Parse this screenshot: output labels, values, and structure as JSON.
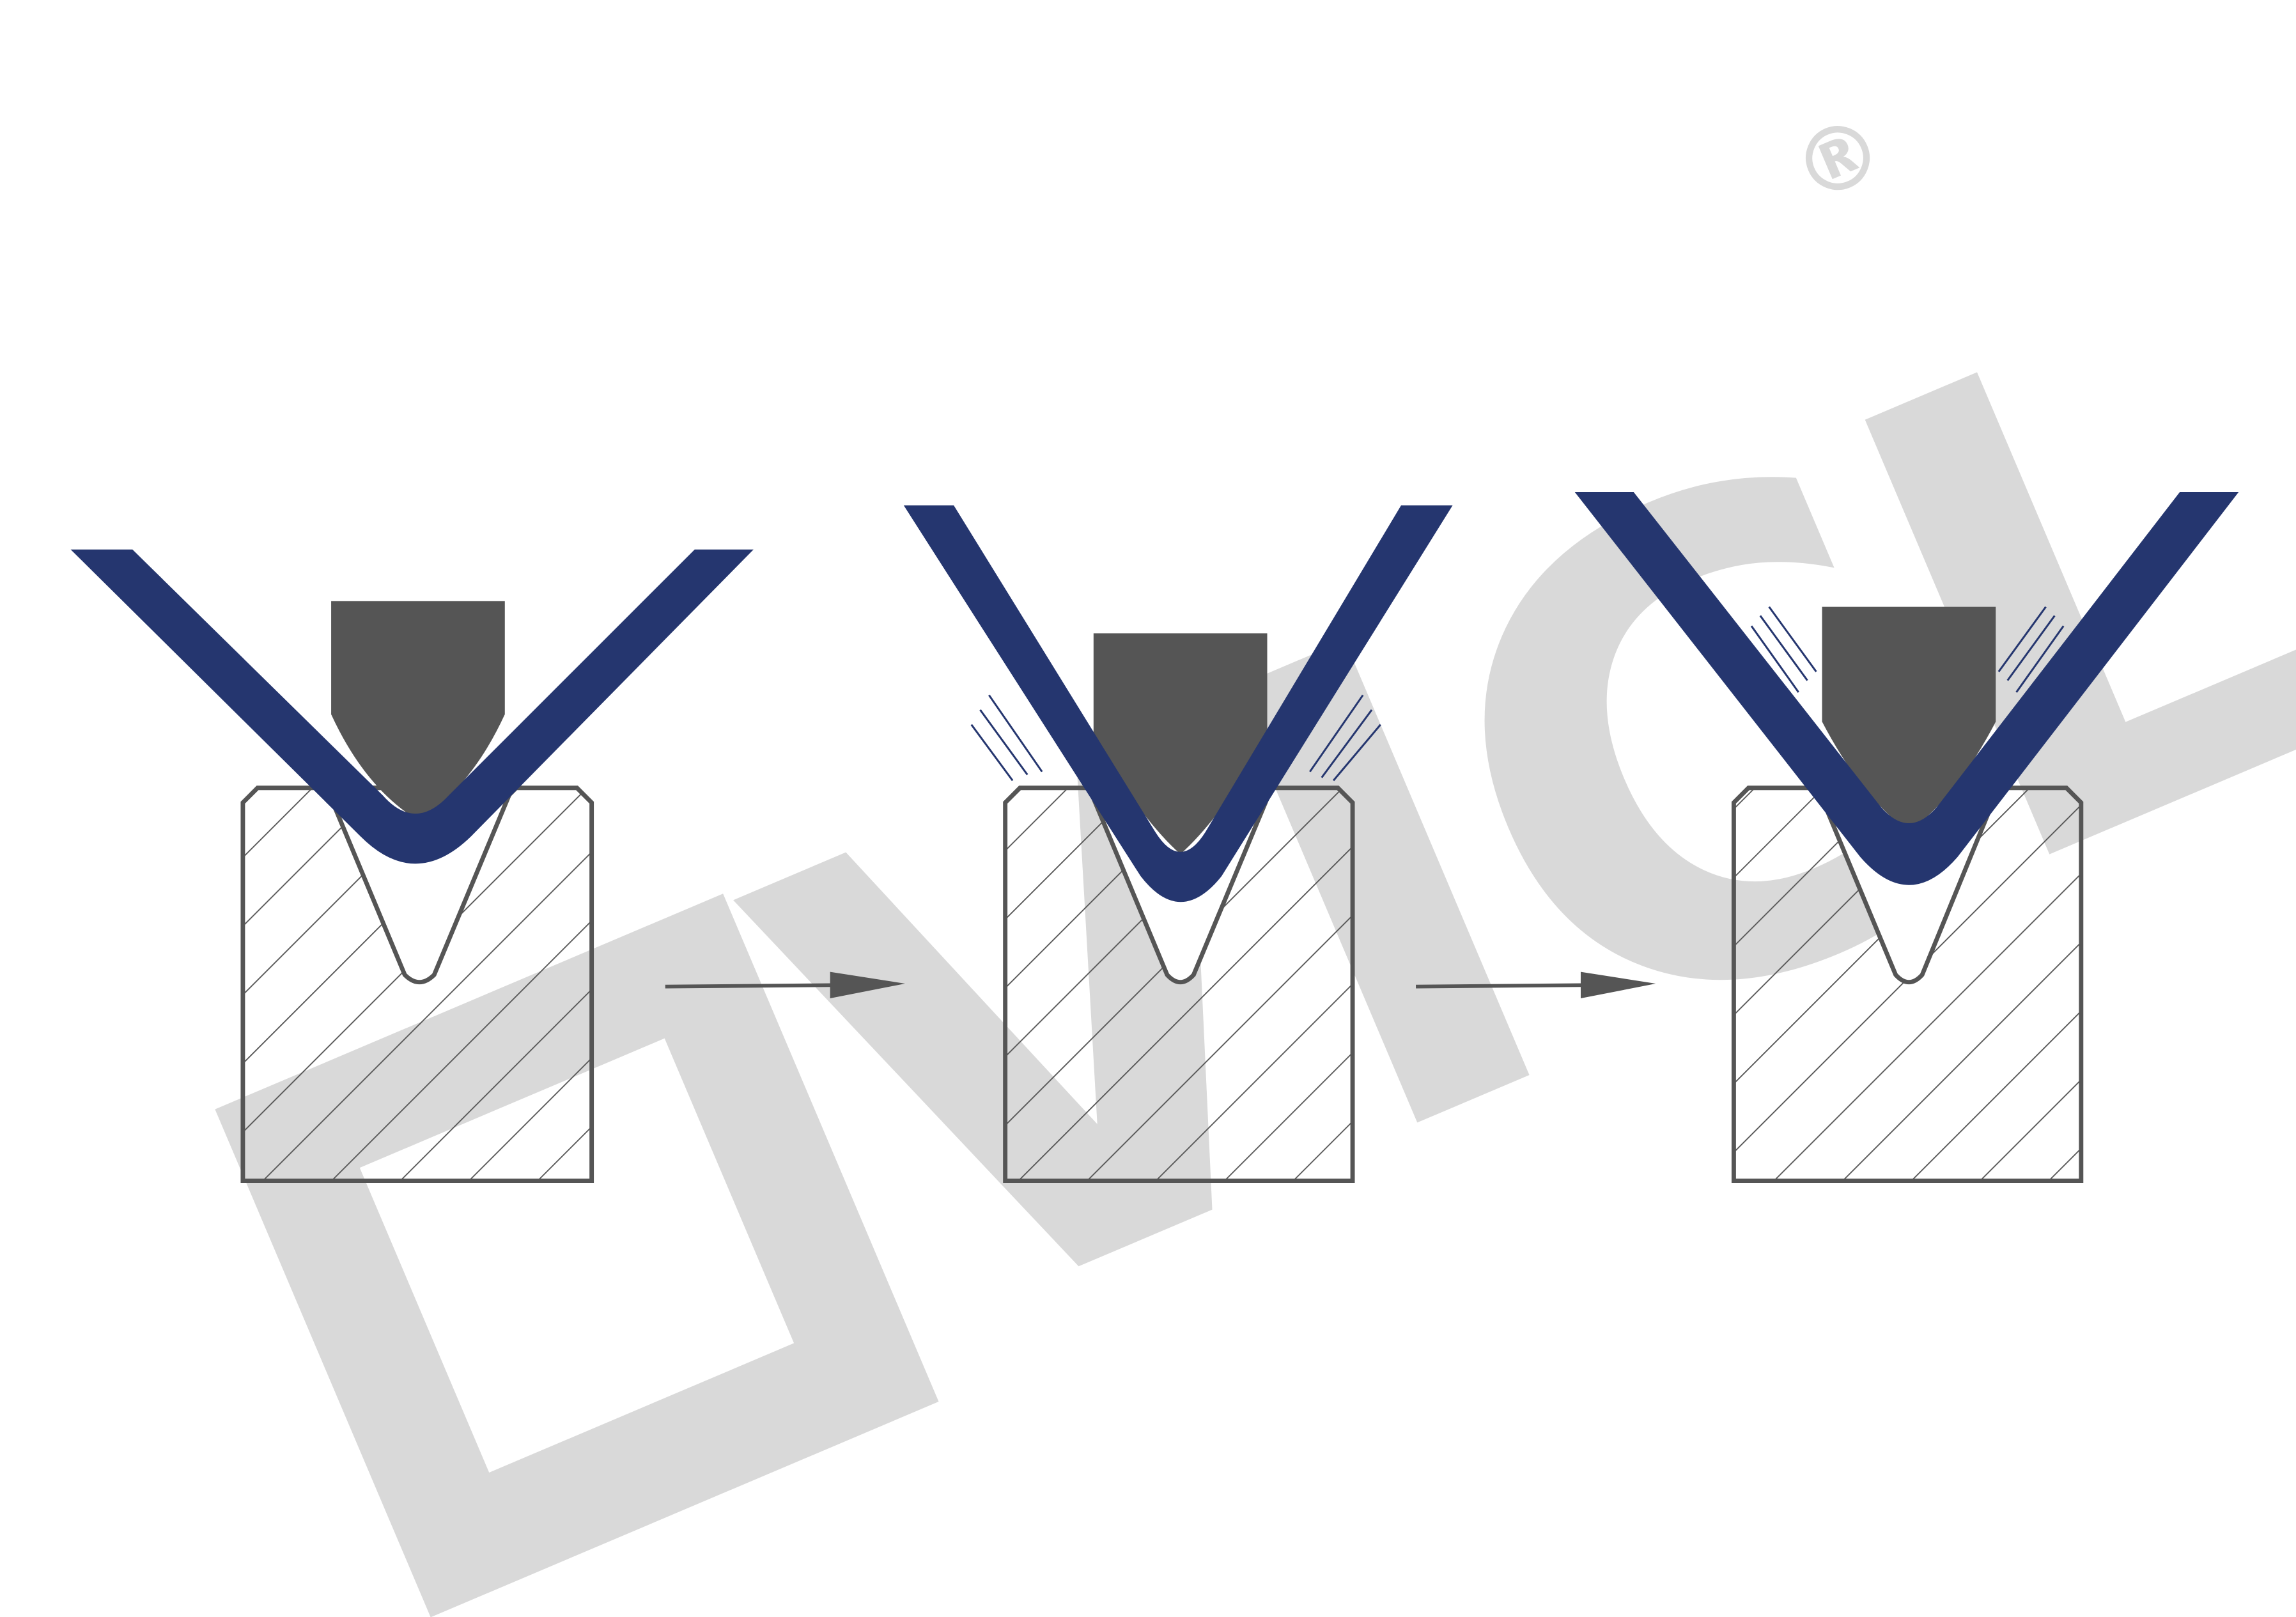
{
  "watermark": {
    "logo_text": "VICLA",
    "registered_mark": "®",
    "color": "#d9d9d9"
  },
  "colors": {
    "sheet": "#25366f",
    "punch": "#555555",
    "die_outline": "#555555",
    "hatch": "#555555",
    "springback_lines": "#25366f",
    "arrow": "#555555",
    "background": "#ffffff"
  },
  "stages": [
    {
      "name": "stage-1-initial-bend"
    },
    {
      "name": "stage-2-overbend-springback"
    },
    {
      "name": "stage-3-final-angle"
    }
  ]
}
